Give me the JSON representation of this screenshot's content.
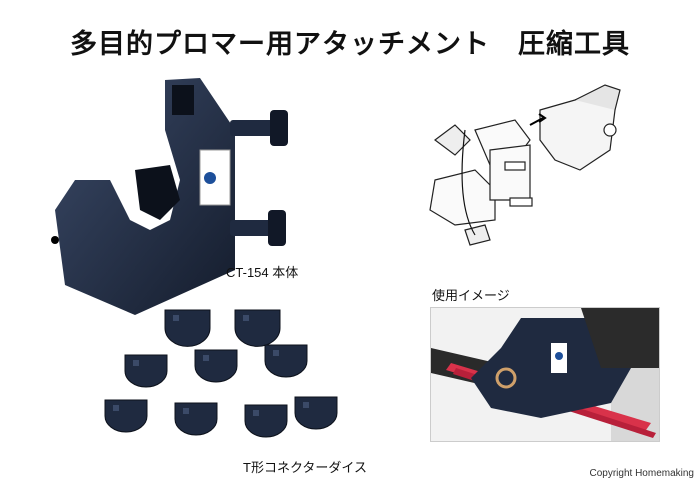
{
  "header": {
    "title": "多目的プロマー用アタッチメント　圧縮工具"
  },
  "figures": {
    "main_caption": "CT-154 本体",
    "usage_caption": "使用イメージ",
    "dies_caption": "T形コネクターダイス"
  },
  "footer": {
    "copyright": "Copyright Homemaking"
  },
  "colors": {
    "tool_dark": "#1f2a40",
    "tool_highlight": "#3b4a68",
    "label_blue": "#1d4f9a",
    "cable_red": "#d9324a"
  },
  "icons": [
    "tool-icon",
    "diagram-icon",
    "cable-icon",
    "die-icon"
  ]
}
